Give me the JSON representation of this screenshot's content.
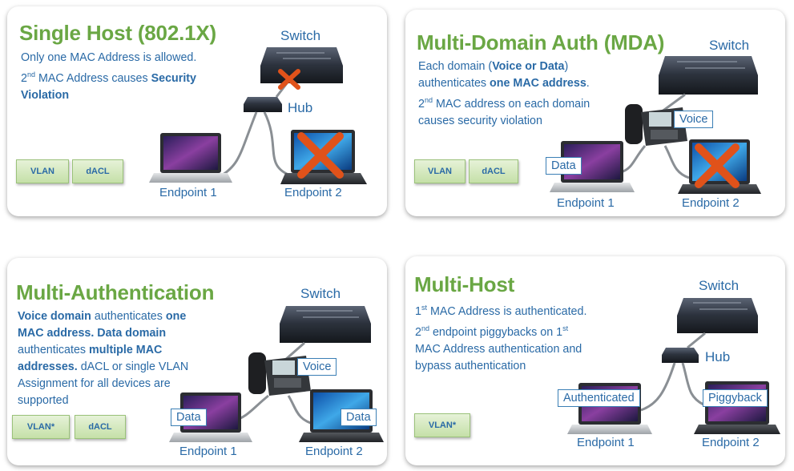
{
  "panels": {
    "single_host": {
      "title": "Single Host (802.1X)",
      "desc_1": "Only one MAC Address is allowed.",
      "desc_2_sup": "nd",
      "desc_2_pre": "2",
      "desc_2": " MAC Address causes ",
      "desc_2_bold": "Security",
      "desc_3_bold": "Violation",
      "switch_label": "Switch",
      "hub_label": "Hub",
      "endpoint1": "Endpoint 1",
      "endpoint2": "Endpoint 2",
      "buttons": [
        "VLAN",
        "dACL"
      ]
    },
    "mda": {
      "title": "Multi-Domain Auth (MDA)",
      "desc_1a": "Each domain (",
      "desc_1b": "Voice or Data",
      "desc_1c": ")",
      "desc_2a": "authenticates ",
      "desc_2b": "one MAC address",
      "desc_2c": ".",
      "desc_3_pre": "2",
      "desc_3_sup": "nd",
      "desc_3": " MAC address on each domain",
      "desc_4": "causes security violation",
      "switch_label": "Switch",
      "voice_tag": "Voice",
      "data_tag": "Data",
      "endpoint1": "Endpoint 1",
      "endpoint2": "Endpoint 2",
      "buttons": [
        "VLAN",
        "dACL"
      ]
    },
    "multi_auth": {
      "title": "Multi-Authentication",
      "d1a": "Voice domain",
      "d1b": " authenticates ",
      "d1c": "one",
      "d2a": "MAC address. Data domain",
      "d3a": "authenticates ",
      "d3b": "multiple MAC",
      "d4a": "addresses.",
      "d4b": " dACL or single VLAN",
      "d5": "Assignment for all devices are",
      "d6": "supported",
      "switch_label": "Switch",
      "voice_tag": "Voice",
      "data_tag1": "Data",
      "data_tag2": "Data",
      "endpoint1": "Endpoint 1",
      "endpoint2": "Endpoint 2",
      "buttons": [
        "VLAN*",
        "dACL"
      ]
    },
    "multi_host": {
      "title": "Multi-Host",
      "d1_pre": "1",
      "d1_sup": "st",
      "d1": " MAC Address is authenticated.",
      "d2_pre": "2",
      "d2_sup": "nd",
      "d2": " endpoint piggybacks on 1",
      "d2_sup2": "st",
      "d3": "MAC Address authentication and",
      "d4": "bypass authentication",
      "switch_label": "Switch",
      "hub_label": "Hub",
      "auth_tag": "Authenticated",
      "piggy_tag": "Piggyback",
      "endpoint1": "Endpoint 1",
      "endpoint2": "Endpoint 2",
      "buttons": [
        "VLAN*"
      ]
    }
  },
  "colors": {
    "title_green": "#6aa744",
    "text_blue": "#2a6aa6",
    "cross_orange": "#e0521a"
  }
}
